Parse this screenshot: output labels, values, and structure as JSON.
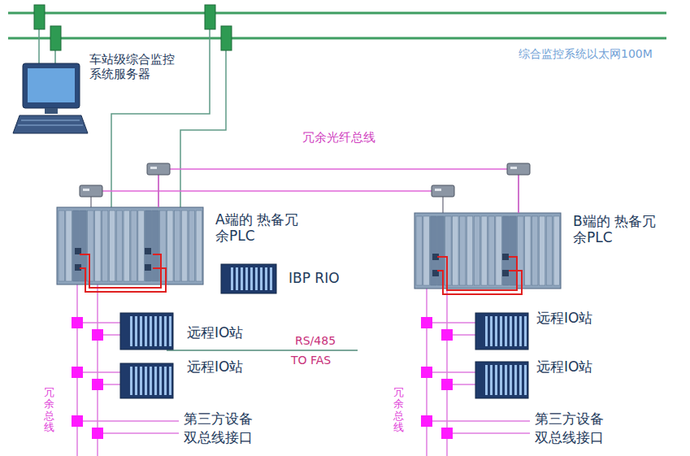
{
  "diagram": {
    "nodes": [
      {
        "text": [
          "车站级综合监控系统服务器"
        ]
      },
      {
        "text": [
          "A端的 热备冗余PLC"
        ]
      },
      {
        "text": [
          "IBP RIO"
        ]
      },
      {
        "text": [
          "远程IO站"
        ]
      },
      {
        "text": [
          "远程IO站"
        ]
      },
      {
        "text": [
          "B端的 热备冗余PLC"
        ]
      },
      {
        "text": [
          "远程IO站"
        ]
      },
      {
        "text": [
          "远程IO站"
        ]
      }
    ],
    "edges": [
      {
        "from": 1,
        "to": 5,
        "arrow": "none",
        "label": "冗余光纤总线"
      }
    ],
    "labels": [
      "综合监控系统以太网100M",
      "RS/485",
      "TO FAS",
      "第三方设备",
      "双总线接口",
      "第三方设备",
      "双总线接口",
      "冗余总线",
      "冗余总线"
    ]
  }
}
